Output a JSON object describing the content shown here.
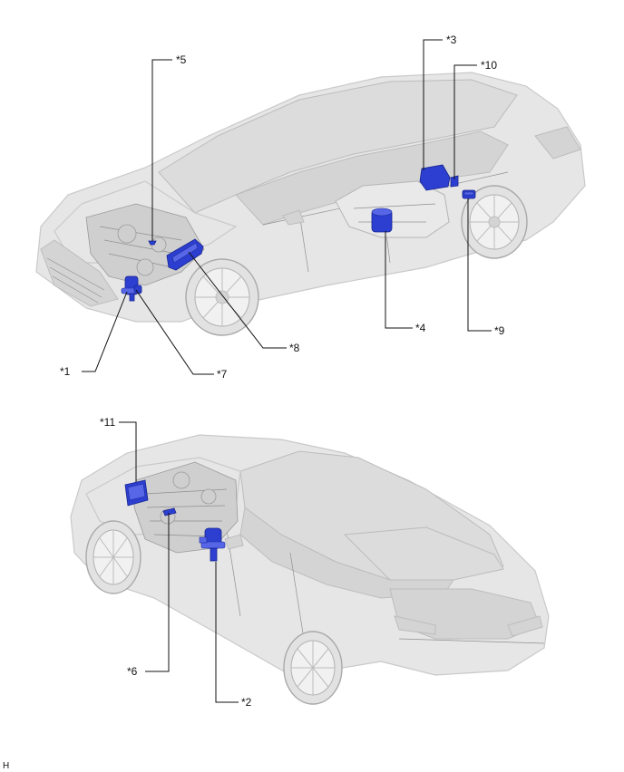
{
  "figure_code": "H",
  "callouts": {
    "c1": "*1",
    "c2": "*2",
    "c3": "*3",
    "c4": "*4",
    "c5": "*5",
    "c6": "*6",
    "c7": "*7",
    "c8": "*8",
    "c9": "*9",
    "c10": "*10",
    "c11": "*11"
  },
  "colors": {
    "highlight_part": "#2c3fd0",
    "vehicle_body": "#e6e6e6",
    "leader_line": "#111111"
  },
  "views": [
    "front-left-view",
    "rear-left-view"
  ]
}
